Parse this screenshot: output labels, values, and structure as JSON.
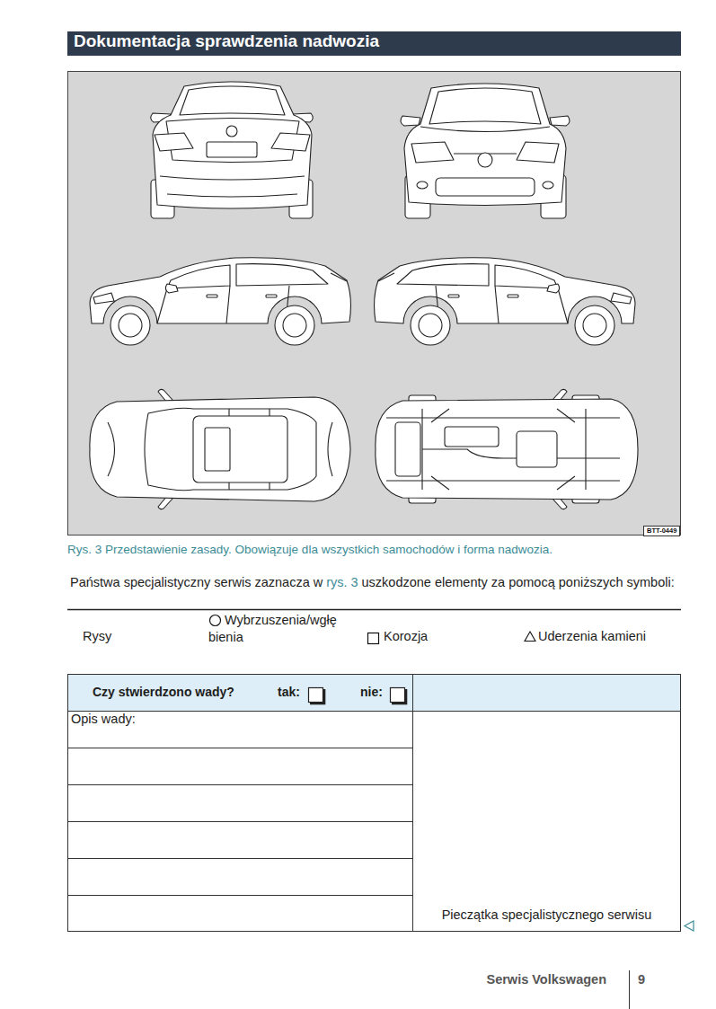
{
  "diagram": {
    "title": "Dokumentacja sprawdzenia nadwozia",
    "caption": "Rys. 3 Przedstawienie zasady. Obowiązuje dla wszystkich samochodów i forma nadwozia.",
    "nodes": [
      {
        "text": [
          "BTT-0449"
        ]
      }
    ],
    "labels": [
      "Państwa specjalistyczny serwis zaznacza w",
      "rys. 3",
      "uszkodzone elementy za pomocą poniższych symboli:",
      "Czy stwierdzono wady?",
      "tak:",
      "nie:",
      "Opis wady:",
      "Pieczątka specjalistycznego serwisu",
      "Serwis Volkswagen",
      "9"
    ],
    "legend": [
      {
        "text": "Rysy"
      },
      {
        "text": "Wybrzuszenia/wgłębienia"
      },
      {
        "text": "Korozja"
      },
      {
        "text": "Uderzenia kamieni"
      }
    ]
  }
}
